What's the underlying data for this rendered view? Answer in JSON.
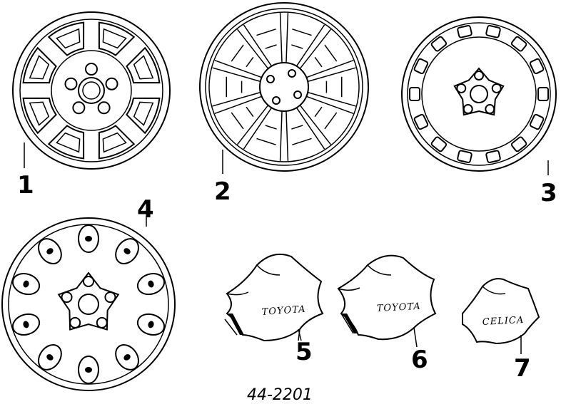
{
  "parts": [
    {
      "callout": "1"
    },
    {
      "callout": "2"
    },
    {
      "callout": "3"
    },
    {
      "callout": "4"
    },
    {
      "callout": "5",
      "emblem_text": "TOYOTA"
    },
    {
      "callout": "6",
      "emblem_text": "TOYOTA"
    },
    {
      "callout": "7",
      "emblem_text": "CELICA"
    }
  ],
  "diagram_number": "44-2201"
}
